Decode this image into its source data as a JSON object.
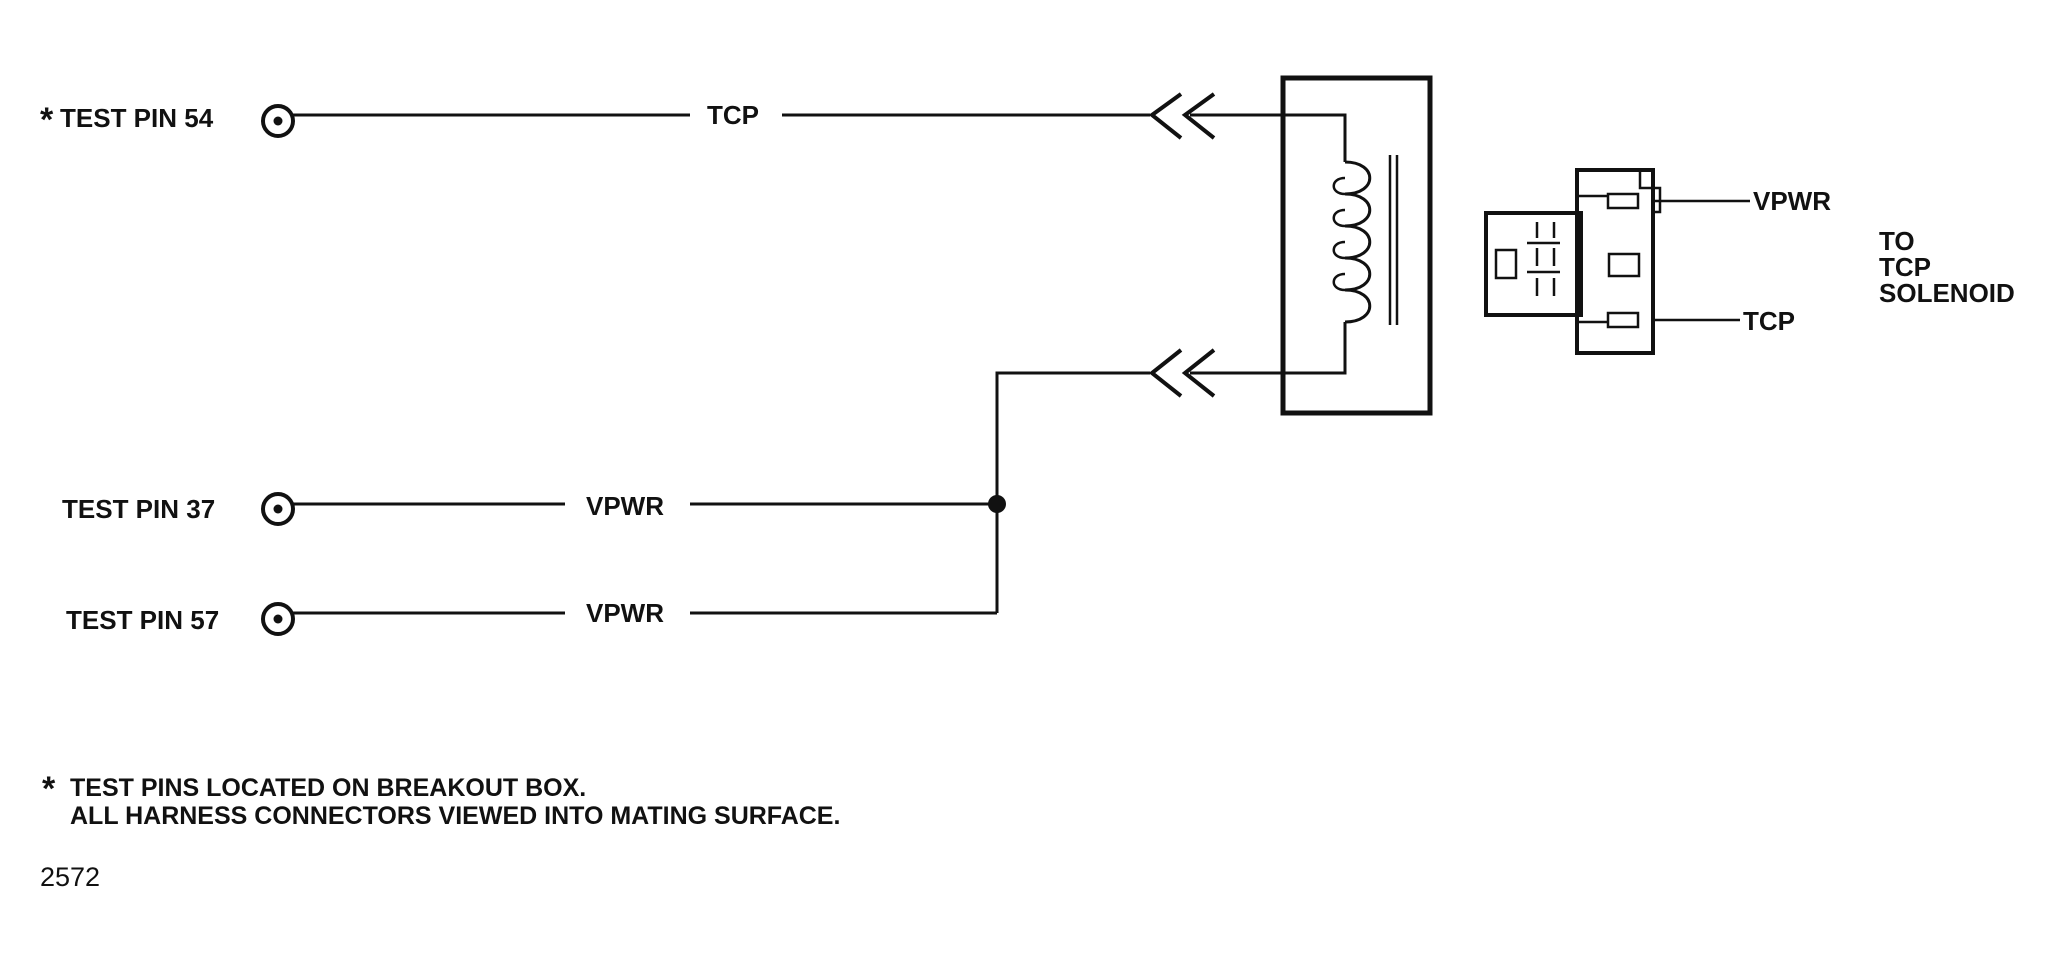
{
  "test_pins": [
    {
      "label": "TEST PIN 54",
      "asterisk": "*",
      "wire": "TCP"
    },
    {
      "label": "TEST PIN 37",
      "asterisk": "",
      "wire": "VPWR"
    },
    {
      "label": "TEST PIN 57",
      "asterisk": "",
      "wire": "VPWR"
    }
  ],
  "harness_connector": {
    "pins": [
      {
        "wire": "VPWR"
      },
      {
        "wire": "TCP"
      }
    ],
    "destination": [
      "TO",
      "TCP",
      "SOLENOID"
    ]
  },
  "notes": [
    "TEST PINS LOCATED ON BREAKOUT BOX.",
    "ALL HARNESS CONNECTORS VIEWED INTO MATING SURFACE."
  ],
  "note_marker": "*",
  "figure_number": "2572"
}
